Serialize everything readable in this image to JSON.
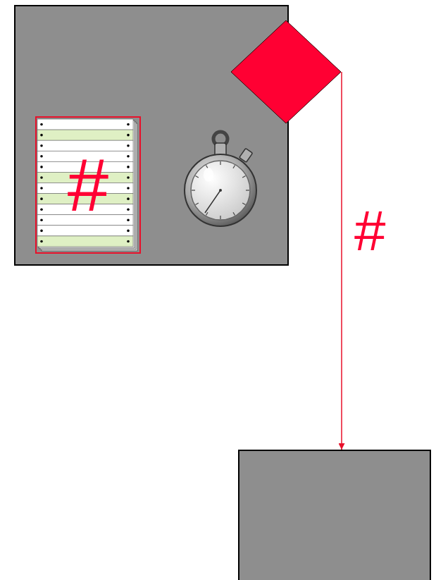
{
  "diagram": {
    "nodes": [
      {
        "text": []
      },
      {
        "text": [
          "#"
        ],
        "in": 0
      },
      {
        "text": []
      },
      {
        "text": []
      }
    ],
    "edges": [
      {
        "from": 2,
        "to": 3,
        "arrow": "to",
        "label": "#"
      }
    ]
  }
}
